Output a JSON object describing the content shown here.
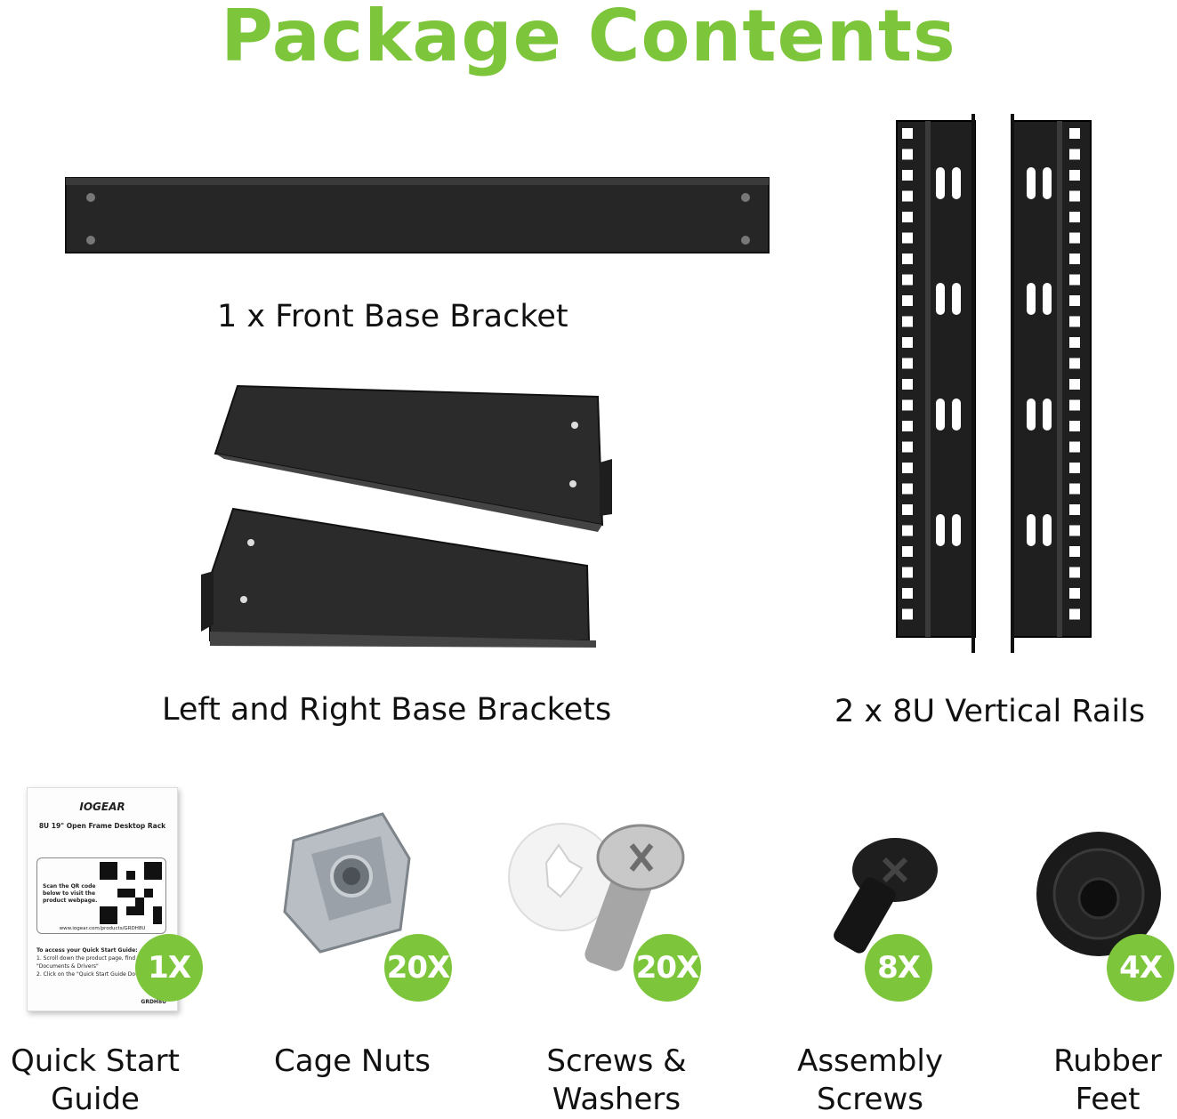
{
  "title": "Package Contents",
  "items": {
    "front_bracket": {
      "label": "1 x Front Base Bracket"
    },
    "side_brackets": {
      "label": "Left and Right Base Brackets"
    },
    "rails": {
      "label": "2 x 8U Vertical Rails"
    },
    "quick_start": {
      "line1": "Quick Start",
      "line2": "Guide",
      "count": "1X"
    },
    "cage_nuts": {
      "line1": "Cage Nuts",
      "count": "20X"
    },
    "screws": {
      "line1": "Screws &",
      "line2": "Washers",
      "count": "20X"
    },
    "assembly": {
      "line1": "Assembly",
      "line2": "Screws",
      "count": "8X"
    },
    "feet": {
      "line1": "Rubber",
      "line2": "Feet",
      "count": "4X"
    }
  },
  "guide_card": {
    "brand": "IOGEAR",
    "product": "8U 19\" Open Frame Desktop Rack",
    "scan_text": "Scan the QR code below to visit the product webpage.",
    "url": "www.iogear.com/products/GRDH8U",
    "steps_title": "To access your Quick Start Guide:",
    "step1": "1. Scroll down the product page, find the \"Documents & Drivers\"",
    "step2": "2. Click on the \"Quick Start Guide Download\" link.",
    "code": "GRDH8U"
  },
  "colors": {
    "accent": "#7dc63c",
    "metal": "#2a2a2a",
    "text": "#111111"
  }
}
